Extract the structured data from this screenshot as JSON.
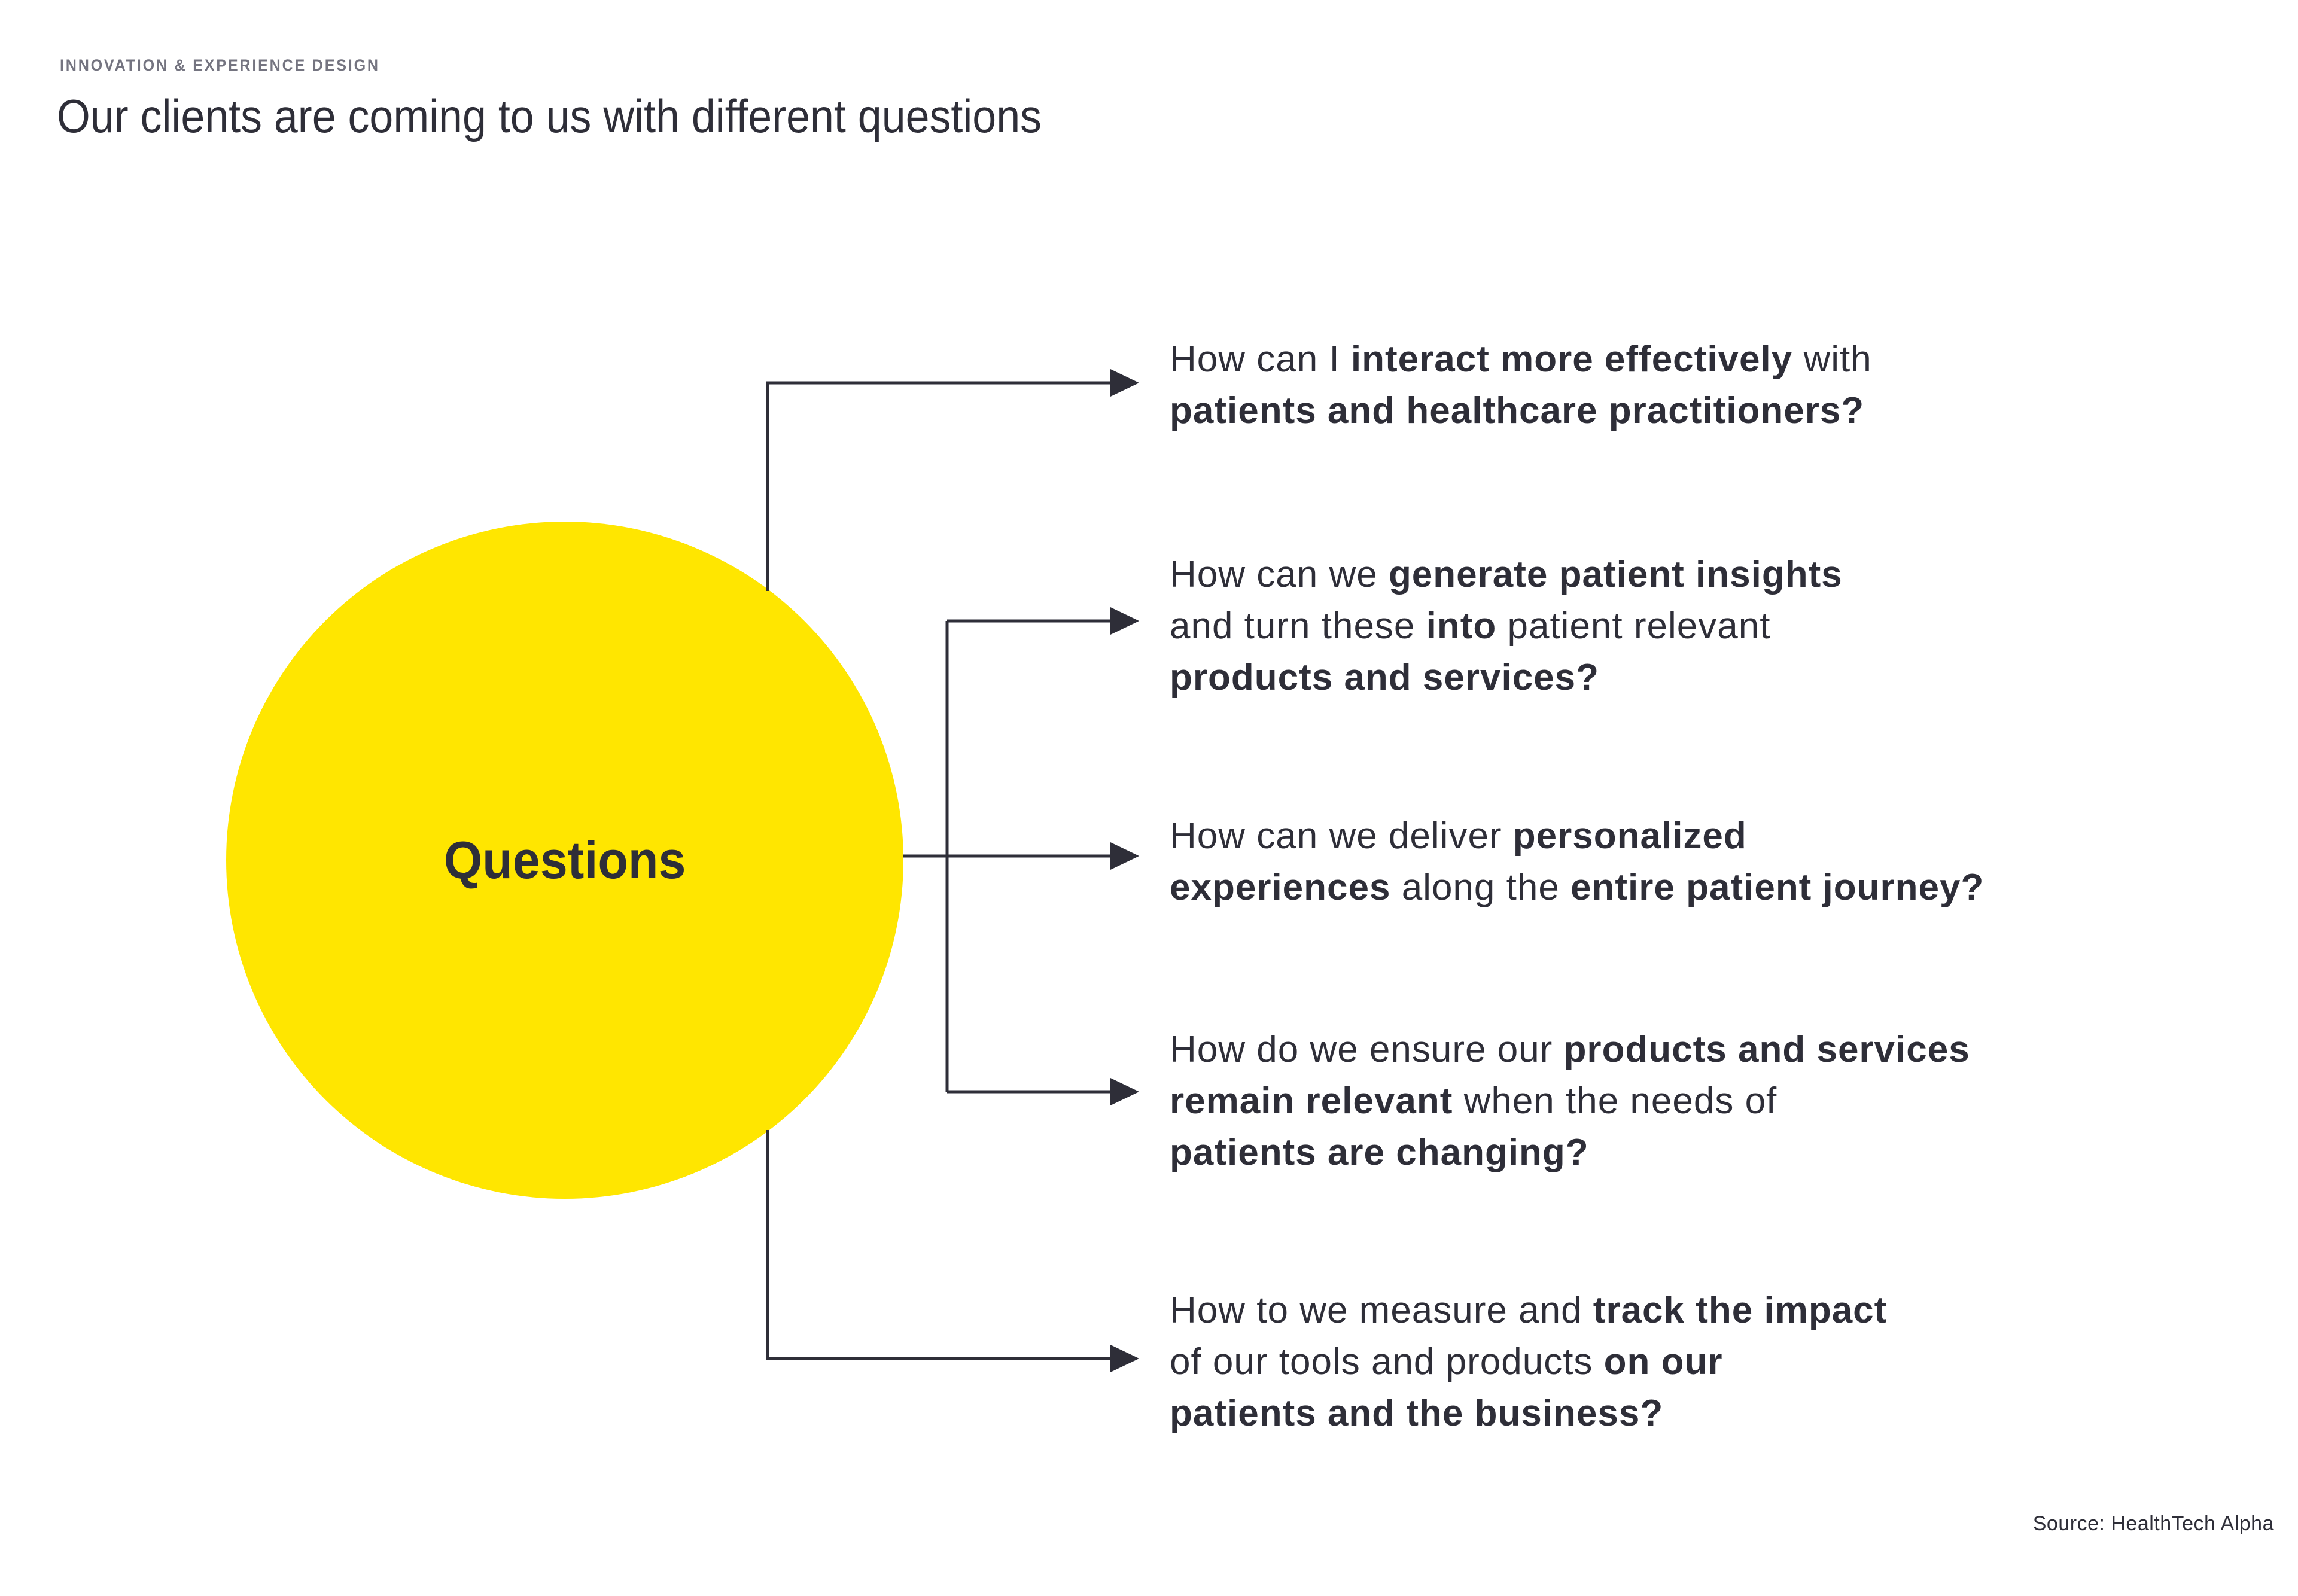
{
  "colors": {
    "yellow": "#FFE600",
    "ink": "#2E2E38",
    "muted": "#747480",
    "background": "#FFFFFF"
  },
  "eyebrow": "INNOVATION & EXPERIENCE DESIGN",
  "title": "Our clients are coming to us with different questions",
  "circle": {
    "label": "Questions"
  },
  "questions": [
    {
      "lines": [
        [
          {
            "t": "How can I ",
            "b": false
          },
          {
            "t": "interact more effectively",
            "b": true
          },
          {
            "t": " with",
            "b": false
          }
        ],
        [
          {
            "t": "patients and healthcare practitioners?",
            "b": true
          }
        ]
      ]
    },
    {
      "lines": [
        [
          {
            "t": "How can we ",
            "b": false
          },
          {
            "t": "generate patient insights",
            "b": true
          }
        ],
        [
          {
            "t": "and turn these ",
            "b": false
          },
          {
            "t": "into",
            "b": true
          },
          {
            "t": " patient relevant",
            "b": false
          }
        ],
        [
          {
            "t": "products and services?",
            "b": true
          }
        ]
      ]
    },
    {
      "lines": [
        [
          {
            "t": "How can we deliver ",
            "b": false
          },
          {
            "t": "personalized",
            "b": true
          }
        ],
        [
          {
            "t": "experiences",
            "b": true
          },
          {
            "t": " along the ",
            "b": false
          },
          {
            "t": "entire patient journey?",
            "b": true
          }
        ]
      ]
    },
    {
      "lines": [
        [
          {
            "t": "How do we ensure our ",
            "b": false
          },
          {
            "t": "products and services",
            "b": true
          }
        ],
        [
          {
            "t": "remain relevant",
            "b": true
          },
          {
            "t": " when the needs of",
            "b": false
          }
        ],
        [
          {
            "t": "patients are changing?",
            "b": true
          }
        ]
      ]
    },
    {
      "lines": [
        [
          {
            "t": "How to we measure and ",
            "b": false
          },
          {
            "t": "track the impact",
            "b": true
          }
        ],
        [
          {
            "t": "of our tools and products ",
            "b": false
          },
          {
            "t": "on our",
            "b": true
          }
        ],
        [
          {
            "t": "patients and the business?",
            "b": true
          }
        ]
      ]
    }
  ],
  "source": "Source: HealthTech Alpha"
}
